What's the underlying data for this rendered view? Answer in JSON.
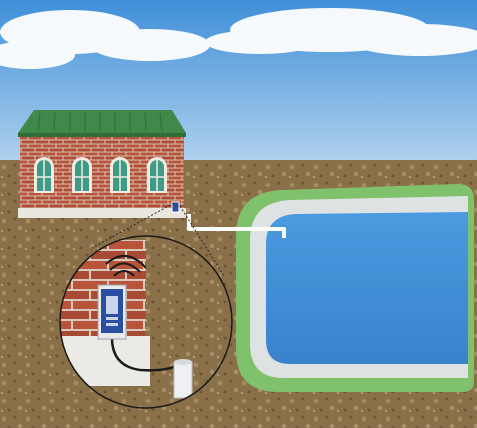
{
  "scene": {
    "kind": "illustration",
    "subjects": [
      "brick-building",
      "swimming-pool",
      "water-level-sensor",
      "wireless-transmitter"
    ],
    "colors": {
      "sky_top": "#3f8fd9",
      "sky_bottom": "#b8d6ef",
      "ground": "#8a7048",
      "brick": "#b8543a",
      "roof": "#3f8a4a",
      "pool_water": "#3f8fd6",
      "pool_coping": "#dfe2e3",
      "pool_border": "#7fc26b",
      "device": "#2a4ea0"
    }
  }
}
